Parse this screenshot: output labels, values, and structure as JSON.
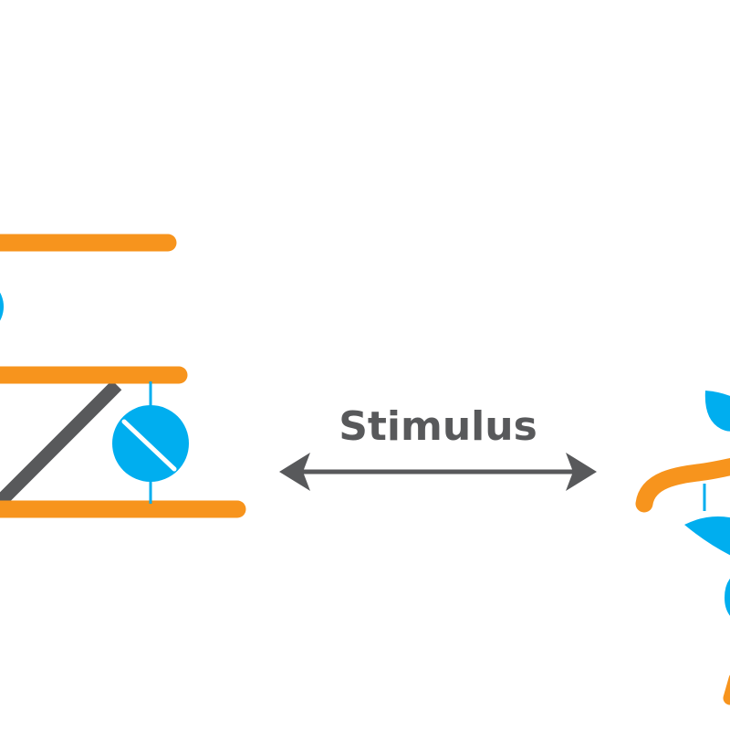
{
  "label": {
    "text": "Stimulus"
  },
  "colors": {
    "orange": "#F7941D",
    "blue": "#00AEEF",
    "gray": "#58595B",
    "white": "#FFFFFF",
    "background": "#FFFFFF"
  },
  "arrow": {
    "direction": "bidirectional"
  },
  "left_structure": {
    "description_shape": "ordered-ladder",
    "blue_discs": 2
  },
  "right_structure": {
    "description_shape": "disordered-coil",
    "blue_discs": 4
  }
}
